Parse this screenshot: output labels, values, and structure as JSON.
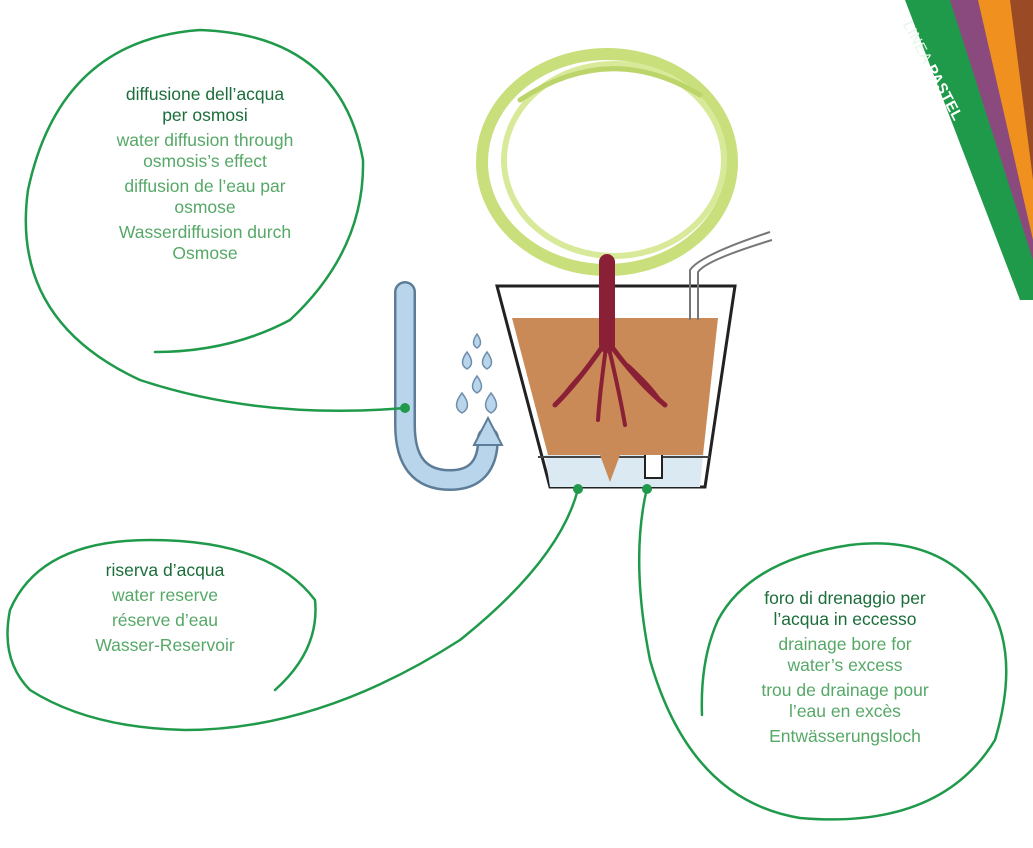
{
  "callouts": {
    "osmosis": {
      "it": [
        "diffusione dell’acqua",
        "per osmosi"
      ],
      "en": [
        "water diffusion through",
        "osmosis’s effect"
      ],
      "fr": [
        "diffusion de l’eau par",
        "osmose"
      ],
      "de": [
        "Wasserdiffusion durch",
        "Osmose"
      ]
    },
    "reserve": {
      "it": [
        "riserva d’acqua"
      ],
      "en": [
        "water reserve"
      ],
      "fr": [
        "réserve d’eau"
      ],
      "de": [
        "Wasser-Reservoir"
      ]
    },
    "drainage": {
      "it": [
        "foro di drenaggio per",
        "l’acqua in eccesso"
      ],
      "en": [
        "drainage bore for",
        "water’s excess"
      ],
      "fr": [
        "trou de drainage pour",
        "l’eau en excès"
      ],
      "de": [
        "Entwässerungsloch"
      ]
    }
  },
  "corner_tag": {
    "prefix": "LINEA",
    "name": "PASTEL"
  },
  "colors": {
    "brand_green": "#1f9a4a",
    "text_green_dark": "#1b6e3a",
    "text_green_light": "#56a867",
    "stripe_orange": "#f0901e",
    "stripe_purple": "#8b4a7d",
    "stripe_brown": "#9b4a26",
    "water_blue": "#a9c9e5",
    "soil_brown": "#c98a58",
    "root_red": "#8a2036",
    "leaf_green": "#c9df7c"
  },
  "icons": [
    "water-tube-icon",
    "water-drops-icon",
    "plant-pot-illustration",
    "callout-pointer-dot"
  ]
}
